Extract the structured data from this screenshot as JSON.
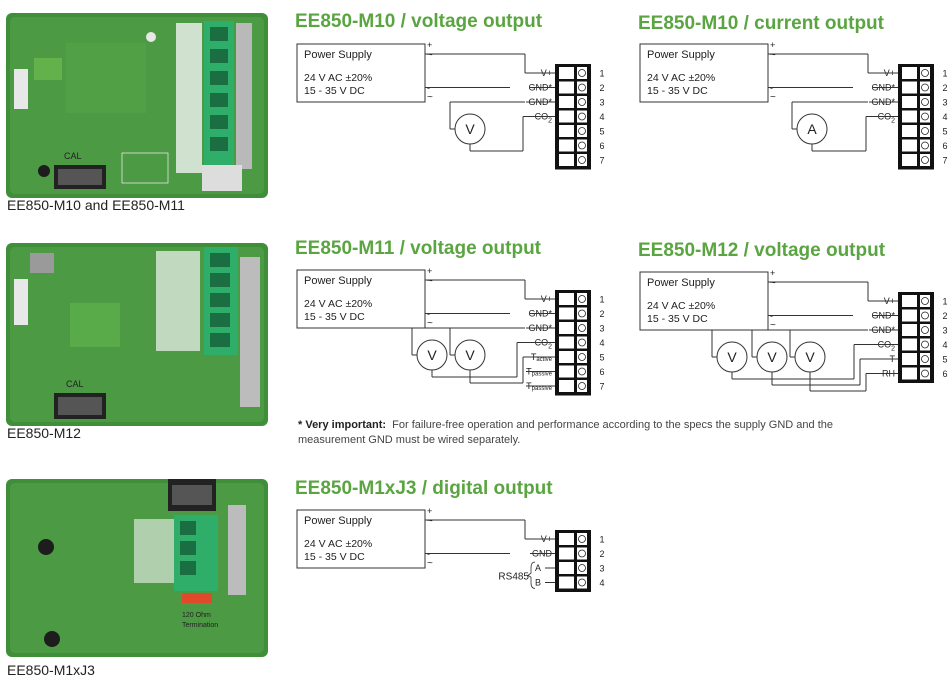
{
  "colors": {
    "title": "#5aa541",
    "pcb": "#3f8f3a",
    "terminal": "#2fae6a"
  },
  "boards": [
    {
      "caption": "EE850-M10 and EE850-M11"
    },
    {
      "caption": "EE850-M12"
    },
    {
      "caption": "EE850-M1xJ3"
    }
  ],
  "diagrams": [
    {
      "title": "EE850-M10 / voltage output",
      "power_supply": {
        "label": "Power Supply",
        "line1": "24 V AC ±20%",
        "line2": "15 - 35 V DC",
        "plus": "+",
        "minus": "-",
        "ac": "~"
      },
      "signals": [
        "V+",
        "GND*",
        "GND*",
        "CO2"
      ],
      "meters": [
        "V"
      ],
      "pins": [
        "1",
        "2",
        "3",
        "4",
        "5",
        "6",
        "7"
      ]
    },
    {
      "title": "EE850-M10 / current output",
      "power_supply": {
        "label": "Power Supply",
        "line1": "24 V AC ±20%",
        "line2": "15 - 35 V DC",
        "plus": "+",
        "minus": "-",
        "ac": "~"
      },
      "signals": [
        "V+",
        "GND*",
        "GND*",
        "CO2"
      ],
      "meters": [
        "A"
      ],
      "pins": [
        "1",
        "2",
        "3",
        "4",
        "5",
        "6",
        "7"
      ]
    },
    {
      "title": "EE850-M11 / voltage output",
      "power_supply": {
        "label": "Power Supply",
        "line1": "24 V AC ±20%",
        "line2": "15 - 35 V DC",
        "plus": "+",
        "minus": "-",
        "ac": "~"
      },
      "signals": [
        "V+",
        "GND*",
        "GND*",
        "CO2",
        "Tactive",
        "Tpassive",
        "Tpassive"
      ],
      "meters": [
        "V",
        "V"
      ],
      "pins": [
        "1",
        "2",
        "3",
        "4",
        "5",
        "6",
        "7"
      ]
    },
    {
      "title": "EE850-M12 / voltage output",
      "power_supply": {
        "label": "Power Supply",
        "line1": "24 V AC ±20%",
        "line2": "15 - 35 V DC",
        "plus": "+",
        "minus": "-",
        "ac": "~"
      },
      "signals": [
        "V+",
        "GND*",
        "GND*",
        "CO2",
        "T",
        "RH"
      ],
      "meters": [
        "V",
        "V",
        "V"
      ],
      "pins": [
        "1",
        "2",
        "3",
        "4",
        "5",
        "6"
      ]
    },
    {
      "title": "EE850-M1xJ3 / digital output",
      "power_supply": {
        "label": "Power Supply",
        "line1": "24 V AC ±20%",
        "line2": "15 - 35 V DC",
        "plus": "+",
        "minus": "-",
        "ac": "~"
      },
      "signals": [
        "V+",
        "GND",
        "A",
        "B"
      ],
      "bus_label": "RS485",
      "pins": [
        "1",
        "2",
        "3",
        "4"
      ]
    }
  ],
  "note": {
    "label": "* Very important:",
    "text": "For failure-free operation and performance according to the specs the supply GND and the measurement GND must be wired separately."
  }
}
